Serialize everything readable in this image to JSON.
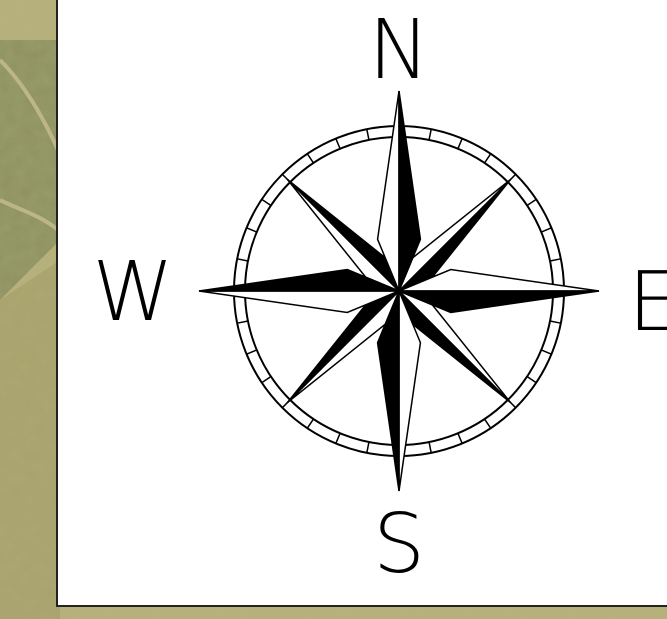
{
  "map": {
    "background_colors": {
      "field_light": "#b7b07a",
      "field_mid": "#a09a62",
      "field_dark": "#6e7a48",
      "path": "#c9bf94"
    },
    "panel": {
      "background": "#ffffff",
      "border": "#222222"
    },
    "compass_rose": {
      "icon": "compass-rose-icon",
      "fill_color": "#000000",
      "line_color": "#000000",
      "labels": {
        "north": "N",
        "east": "E",
        "south": "S",
        "west": "W"
      }
    }
  }
}
